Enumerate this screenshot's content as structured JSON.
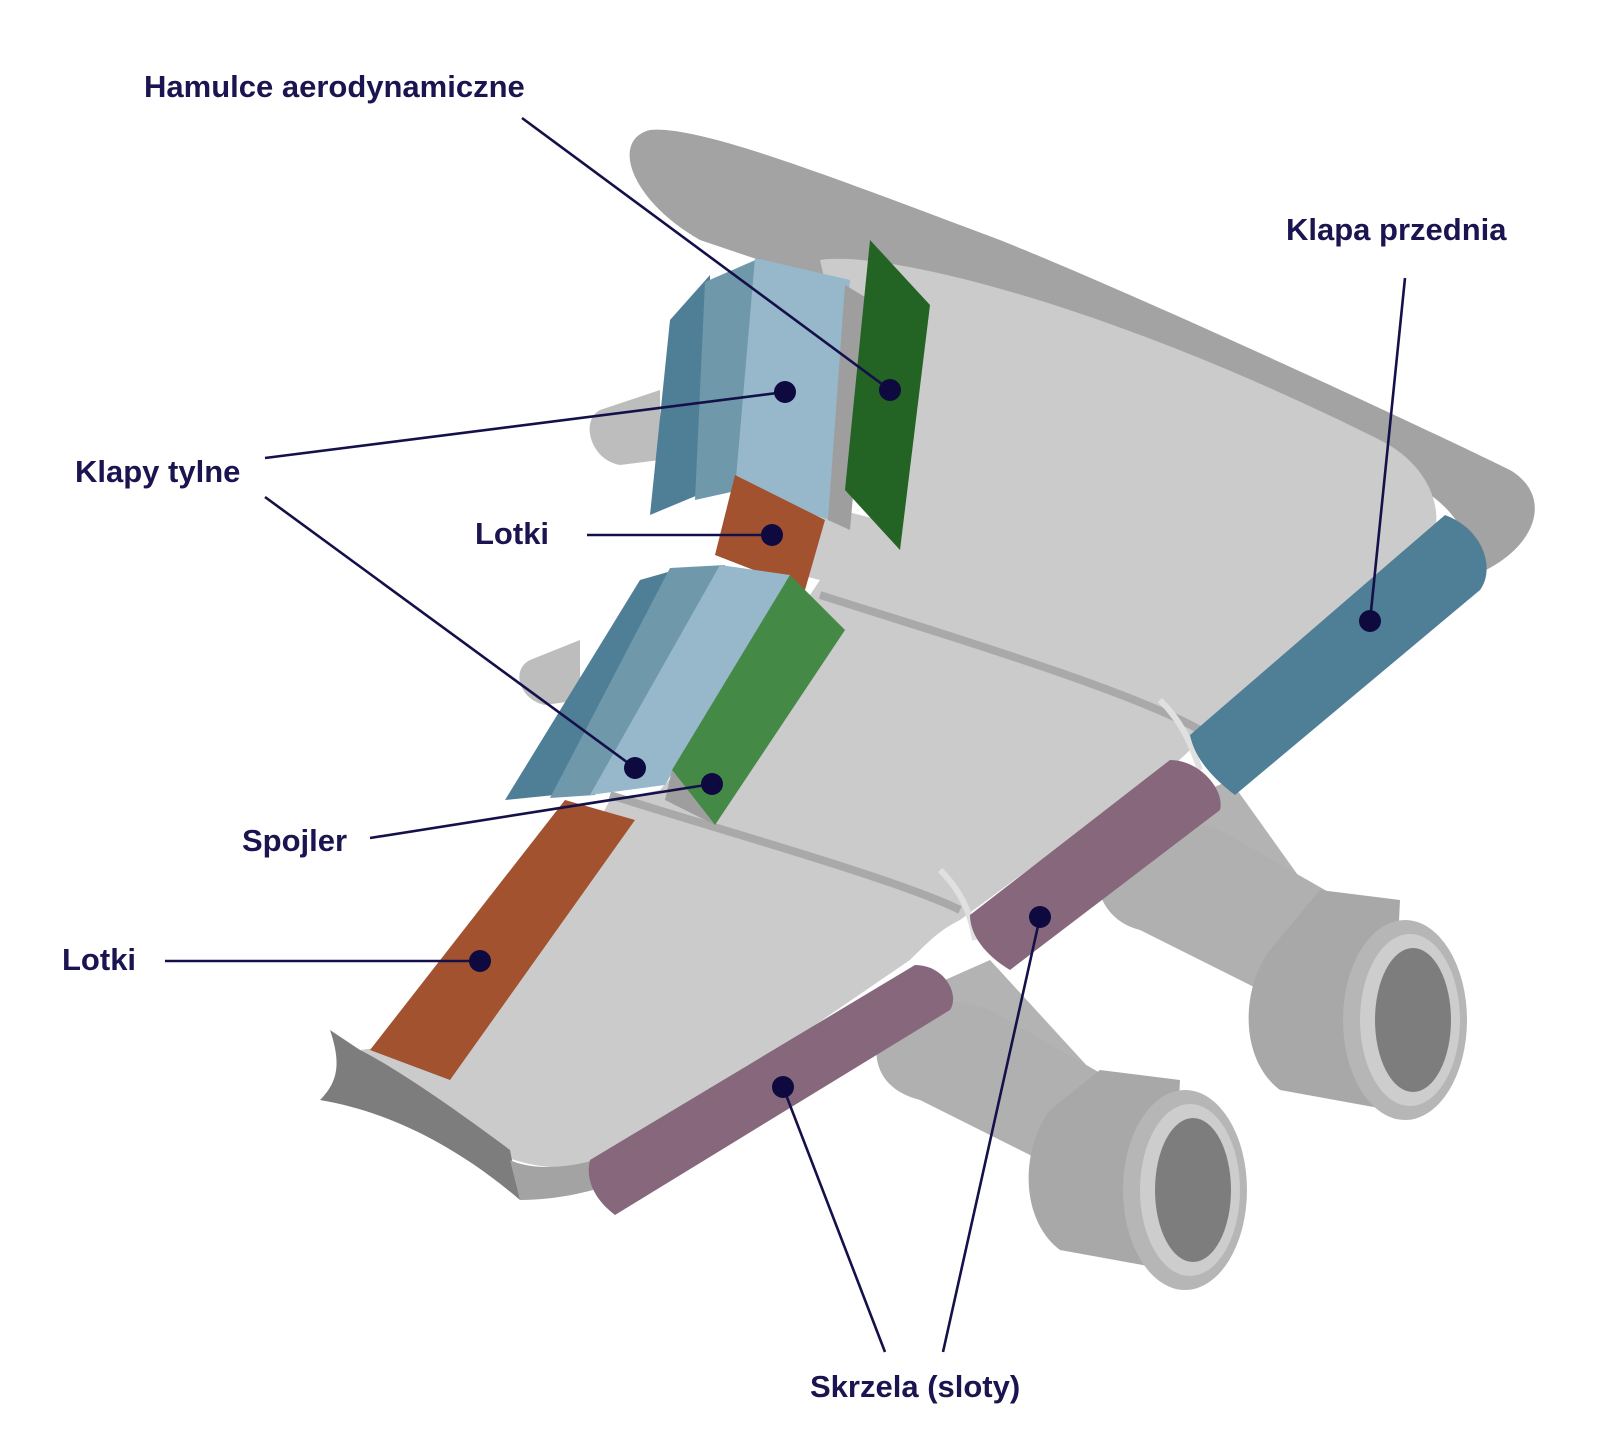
{
  "labels": {
    "speed_brakes": "Hamulce aerodynamiczne",
    "leading_edge_flap": "Klapa przednia",
    "trailing_flaps": "Klapy tylne",
    "ailerons_inboard": "Lotki",
    "spoiler": "Spojler",
    "ailerons_outboard": "Lotki",
    "slats": "Skrzela (sloty)"
  },
  "colors": {
    "flap_light": "#96b8ca",
    "flap_mid": "#7098ab",
    "flap_dark": "#4f7f96",
    "speed_brake": "#236324",
    "spoiler": "#448945",
    "aileron": "#a2522f",
    "slat": "#86677b",
    "leading_flap": "#4f7f96",
    "wing_light": "#cbcbcb",
    "wing_dark": "#a3a3a3",
    "label_text": "#1a1450"
  }
}
